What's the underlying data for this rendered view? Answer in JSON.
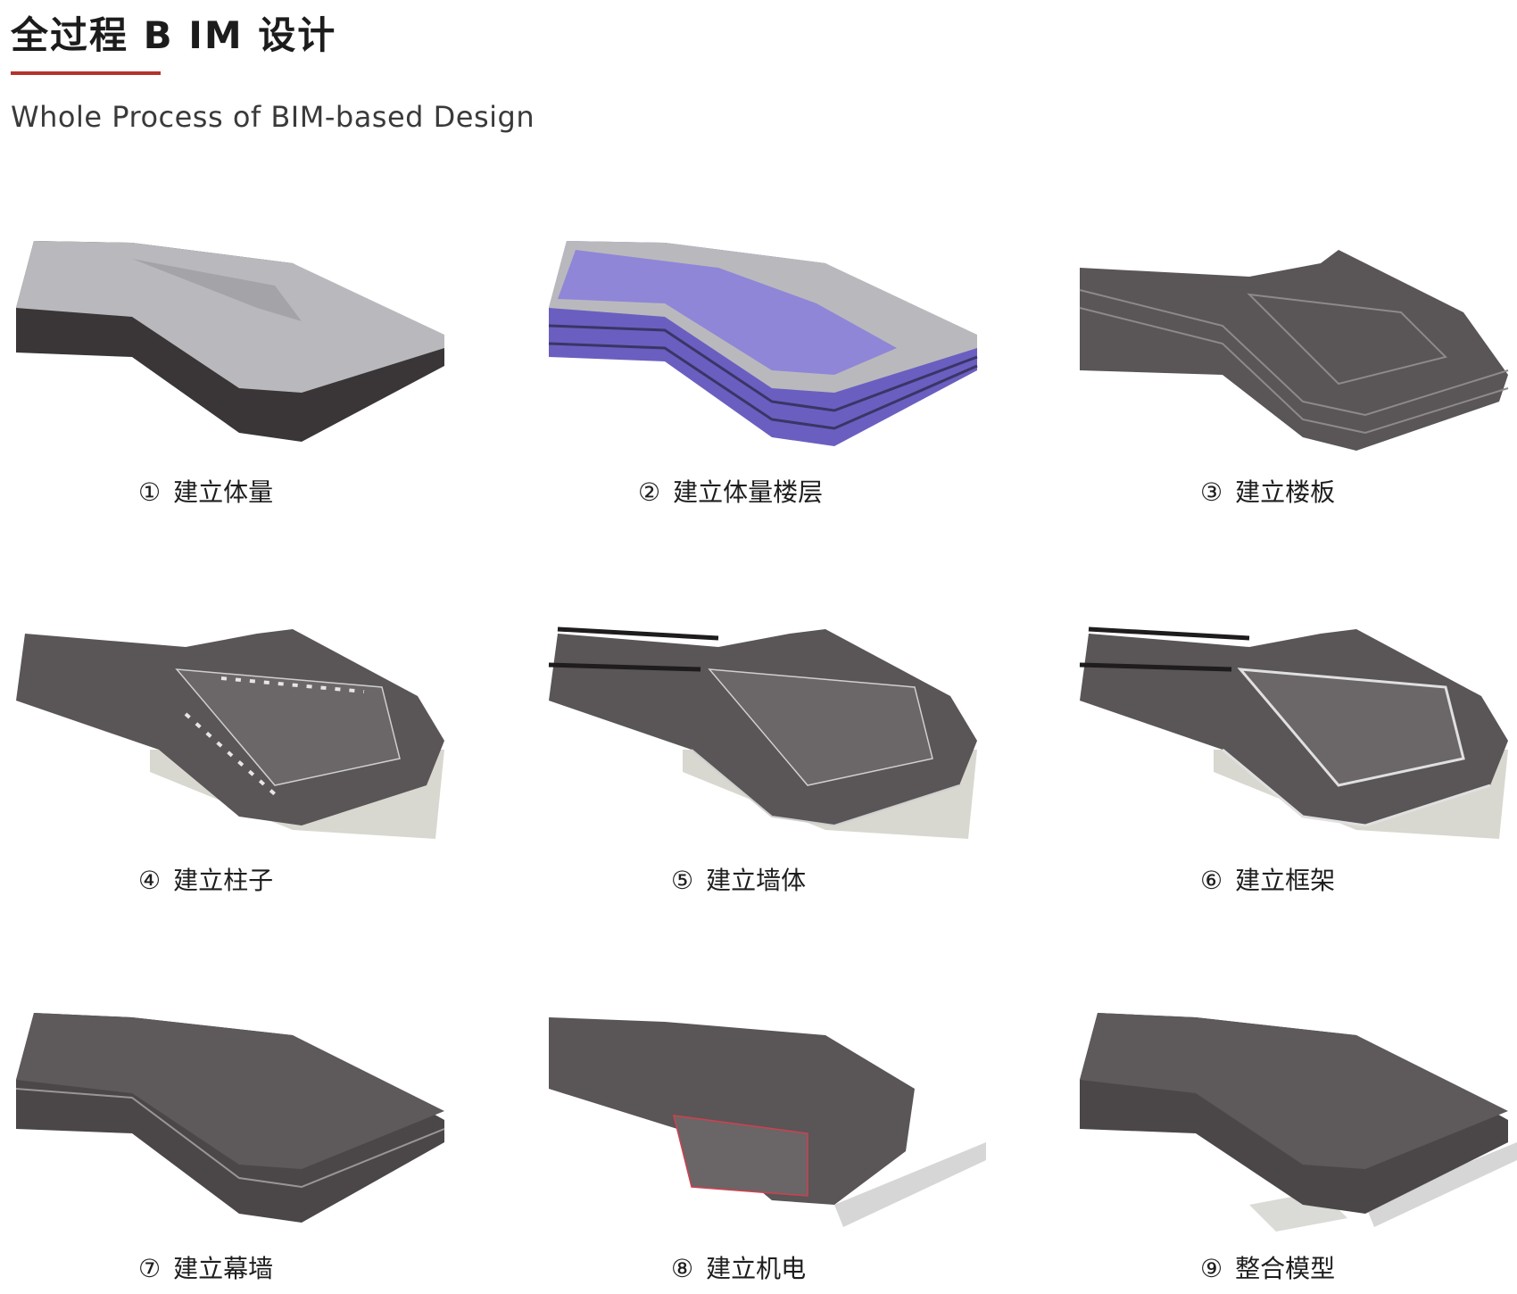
{
  "header": {
    "title": "全过程 B IM 设计",
    "subtitle": "Whole Process of BIM-based Design",
    "accent_color": "#b5322a"
  },
  "steps": [
    {
      "num": "①",
      "label": "建立体量"
    },
    {
      "num": "②",
      "label": "建立体量楼层"
    },
    {
      "num": "③",
      "label": "建立楼板"
    },
    {
      "num": "④",
      "label": "建立柱子"
    },
    {
      "num": "⑤",
      "label": "建立墙体"
    },
    {
      "num": "⑥",
      "label": "建立框架"
    },
    {
      "num": "⑦",
      "label": "建立幕墙"
    },
    {
      "num": "⑧",
      "label": "建立机电"
    },
    {
      "num": "⑨",
      "label": "整合模型"
    }
  ],
  "colors": {
    "mass_top": "#b9b9bd",
    "mass_side": "#3a3637",
    "floor_band": "#6a5fc0",
    "floor_top": "#8f86d8",
    "slab": "#5a5556",
    "ground": "#d8d8d0"
  }
}
